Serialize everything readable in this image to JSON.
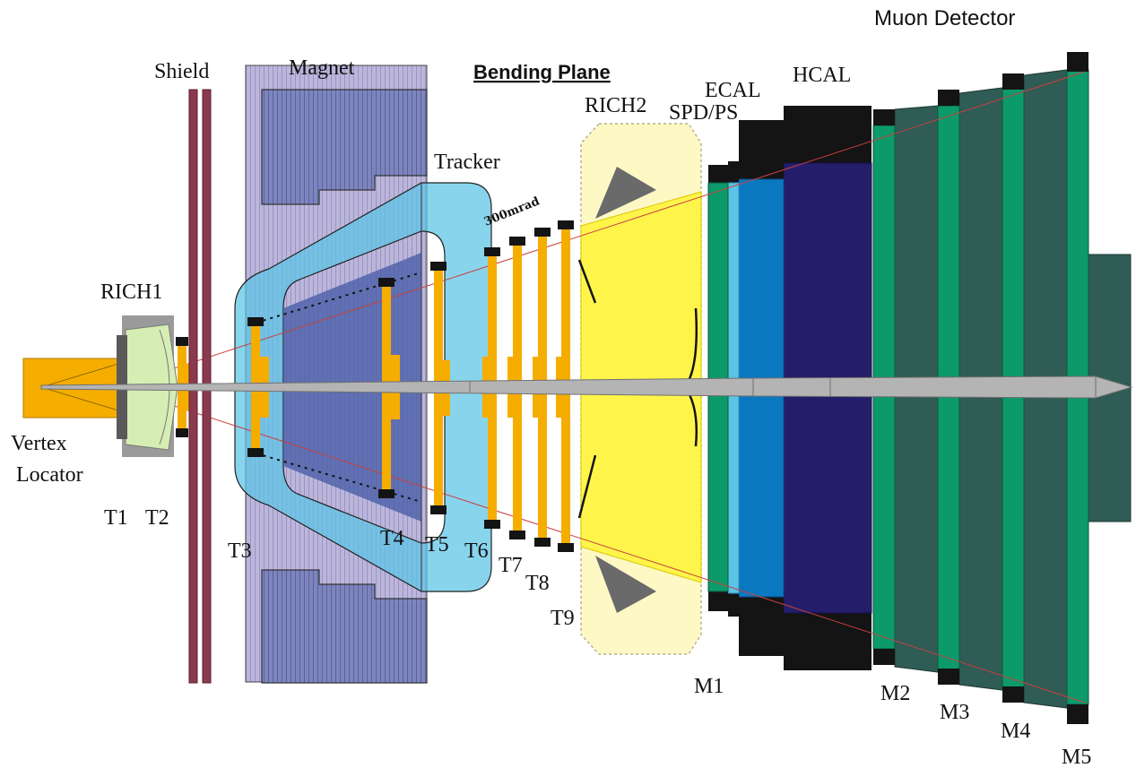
{
  "title": "Muon Detector",
  "labels": {
    "shield": "Shield",
    "magnet": "Magnet",
    "bending_plane": "Bending Plane",
    "rich2": "RICH2",
    "spd_ps": "SPD/PS",
    "ecal": "ECAL",
    "hcal": "HCAL",
    "tracker": "Tracker",
    "mrad": "300mrad",
    "rich1": "RICH1",
    "vertex": "Vertex",
    "locator": "Locator",
    "t1": "T1",
    "t2": "T2",
    "t3": "T3",
    "t4": "T4",
    "t5": "T5",
    "t6": "T6",
    "t7": "T7",
    "t8": "T8",
    "t9": "T9",
    "m1": "M1",
    "m2": "M2",
    "m3": "M3",
    "m4": "M4",
    "m5": "M5"
  },
  "colors": {
    "shield": "#8b3a4e",
    "magnet_outer": "#b7b3d6",
    "magnet_core": "#7d85bf",
    "tracker": "#5bc3e6",
    "tracker_inner": "#4a5fa8",
    "station": "#f7b500",
    "rich1": "#d6edb4",
    "rich2_bg": "#fdf8c4",
    "rich2_cone": "#fff54a",
    "ecal": "#0a78c0",
    "hcal": "#241e6a",
    "muon_green": "#0d9a6a",
    "muon_dark": "#2f5c55",
    "black": "#141414",
    "beam": "#b4b4b4",
    "vertex": "#f5ad00"
  }
}
